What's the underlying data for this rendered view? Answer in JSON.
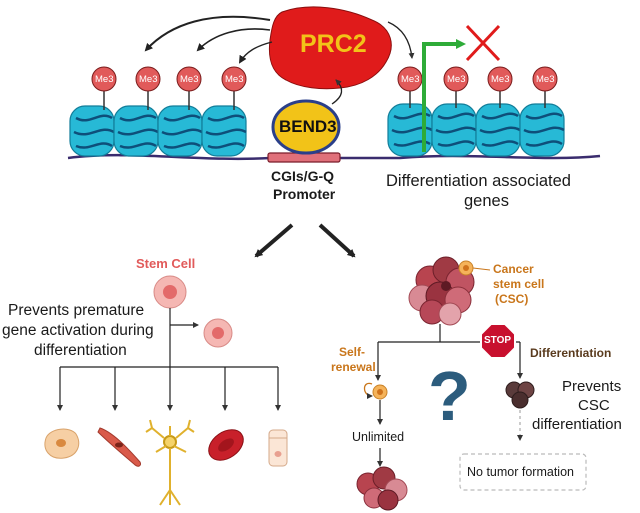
{
  "top": {
    "prc2": "PRC2",
    "bend3": "BEND3",
    "me3": "Me3",
    "promoter_line1": "CGIs/G-Q",
    "promoter_line2": "Promoter",
    "diff_genes_line1": "Differentiation associated",
    "diff_genes_line2": "genes"
  },
  "left": {
    "stem_cell": "Stem Cell",
    "prevents_line1": "Prevents premature",
    "prevents_line2": "gene activation during",
    "prevents_line3": "differentiation"
  },
  "right": {
    "cancer_line1": "Cancer",
    "cancer_line2": "stem cell",
    "cancer_line3": "(CSC)",
    "stop": "STOP",
    "self_renewal_line1": "Self-",
    "self_renewal_line2": "renewal",
    "differentiation": "Differentiation",
    "question": "?",
    "unlimited": "Unlimited",
    "prevents_csc_line1": "Prevents",
    "prevents_csc_line2": "CSC",
    "prevents_csc_line3": "differentiation",
    "no_tumor": "No tumor formation"
  },
  "colors": {
    "nucleosome": "#27b9d6",
    "prc2": "#e01b1b",
    "bend3": "#f2c318",
    "stem_text": "#e15a5a",
    "cancer_text": "#c9761b",
    "stop": "#c8102e",
    "green_arrow": "#2eab38"
  }
}
